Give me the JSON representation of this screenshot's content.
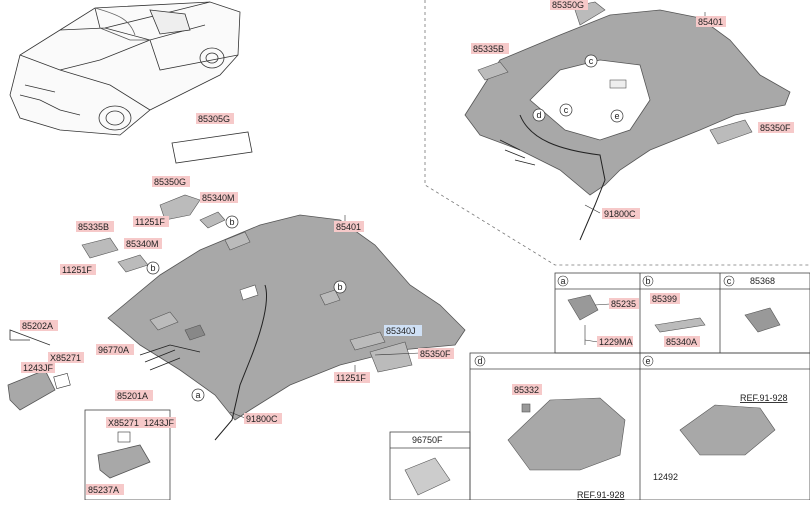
{
  "colors": {
    "label_bg": "#f6c9c9",
    "label_bg_blue": "#cfe0f5",
    "headliner": "#a8a8a8",
    "headliner_dark": "#7c7c7c",
    "line": "#333333",
    "box_border": "#444444"
  },
  "callouts": {
    "p85305G": "85305G",
    "p85350G_main": "85350G",
    "p85340M_top": "85340M",
    "p11251F_top": "11251F",
    "p85335B_main": "85335B",
    "p85340M_mid": "85340M",
    "p11251F_mid": "11251F",
    "p85401_main": "85401",
    "p85202A": "85202A",
    "p1243JF_left": "1243JF",
    "pX85271_left": "X85271",
    "p96770A": "96770A",
    "p85201A": "85201A",
    "pX85271_box": "X85271",
    "p1243JF_box": "1243JF",
    "p85237A": "85237A",
    "p85340J": "85340J",
    "p85350F_main": "85350F",
    "p11251F_low": "11251F",
    "p91800C_main": "91800C",
    "p85350G_inset": "85350G",
    "p85401_inset": "85401",
    "p85335B_inset": "85335B",
    "p85350F_inset": "85350F",
    "p91800C_inset": "91800C"
  },
  "markers": {
    "b1": "b",
    "b2": "b",
    "b3": "b",
    "a1": "a",
    "c1": "c",
    "c2": "c",
    "e1": "e",
    "d1": "d"
  },
  "table": {
    "a_head": "a",
    "b_head": "b",
    "c_head": "c",
    "c_part": "85368",
    "a_part1": "85235",
    "a_part2": "1229MA",
    "b_part1": "85399",
    "b_part2": "85340A",
    "d_head": "d",
    "d_part": "85332",
    "d_ref": "REF.91-928",
    "e_head": "e",
    "e_ref": "REF.91-928",
    "e_part": "12492",
    "f_part": "96750F"
  }
}
